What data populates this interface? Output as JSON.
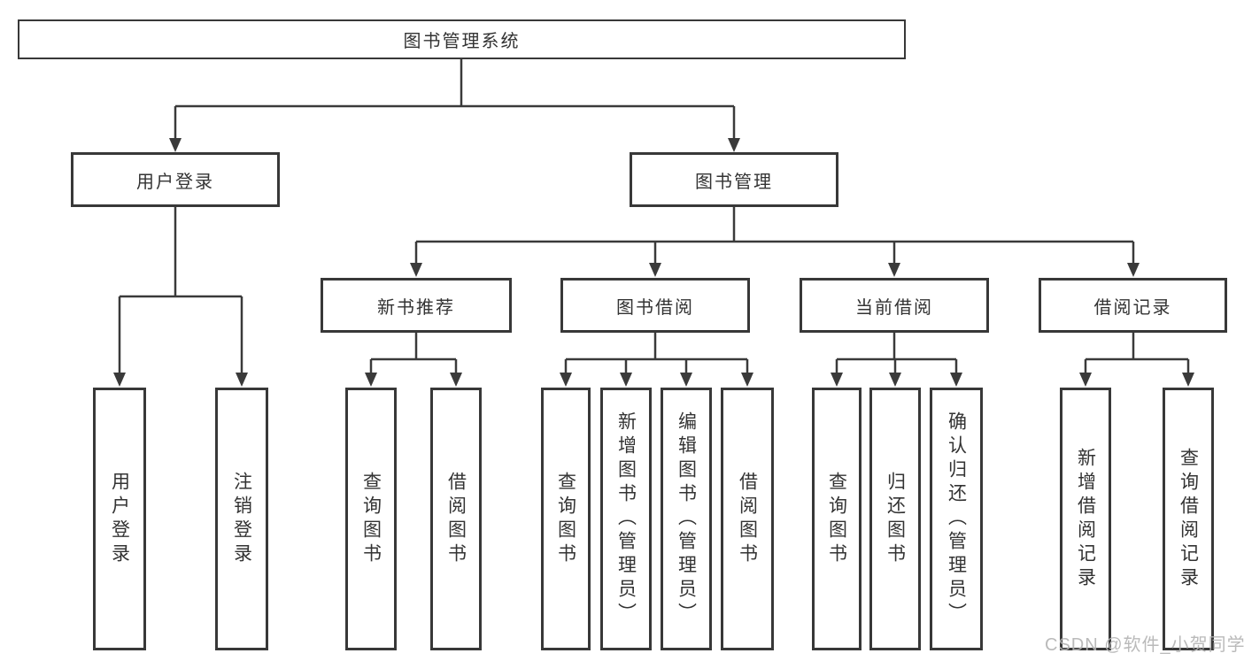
{
  "diagram": {
    "root": "图书管理系统",
    "level2": {
      "user_login": "用户登录",
      "book_mgmt": "图书管理"
    },
    "level3": {
      "new_book_rec": "新书推荐",
      "book_borrow": "图书借阅",
      "current_borrow": "当前借阅",
      "borrow_records": "借阅记录"
    },
    "leaves": {
      "login": "用户登录",
      "logout": "注销登录",
      "nb_query": "查询图书",
      "nb_borrow": "借阅图书",
      "bb_query": "查询图书",
      "bb_add": "新增图书（管理员）",
      "bb_edit": "编辑图书（管理员）",
      "bb_borrow": "借阅图书",
      "cb_query": "查询图书",
      "cb_return": "归还图书",
      "cb_confirm": "确认归还（管理员）",
      "br_add": "新增借阅记录",
      "br_query": "查询借阅记录"
    },
    "colors": {
      "line": "#3a3a3a",
      "text": "#333333",
      "border": "#383838",
      "watermark": "#b2b2b2"
    }
  },
  "watermark": {
    "text": "CSDN @软件_小贺同学"
  }
}
